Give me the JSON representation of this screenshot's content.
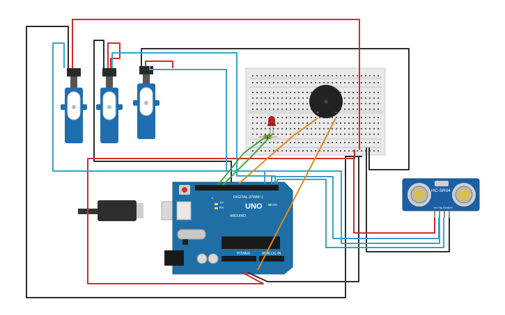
{
  "arduino": {
    "brand": "ARDUINO",
    "model": "UNO",
    "digital_label": "DIGITAL (PWM~)",
    "power_label": "POWER",
    "analog_label": "ANALOG IN",
    "tx_label": "TX",
    "rx_label": "RX",
    "l_label": "L",
    "on_label": "ON"
  },
  "sensor": {
    "model": "HC-SR04",
    "pins": [
      "Vcc",
      "Trig",
      "Echo",
      "Gnd"
    ]
  },
  "buzzer": {
    "plus_label": "+",
    "minus_label": "−"
  },
  "colors": {
    "wire_red": "#d42a2a",
    "wire_black": "#2b2b2b",
    "wire_blue": "#3aa0c8",
    "wire_orange": "#e08a1a",
    "wire_green": "#3fa63a",
    "board": "#1f6fa6",
    "servo": "#1e6eb0",
    "sensor": "#1d5fa4"
  },
  "components": {
    "servo_count": 3,
    "led_color": "red"
  }
}
